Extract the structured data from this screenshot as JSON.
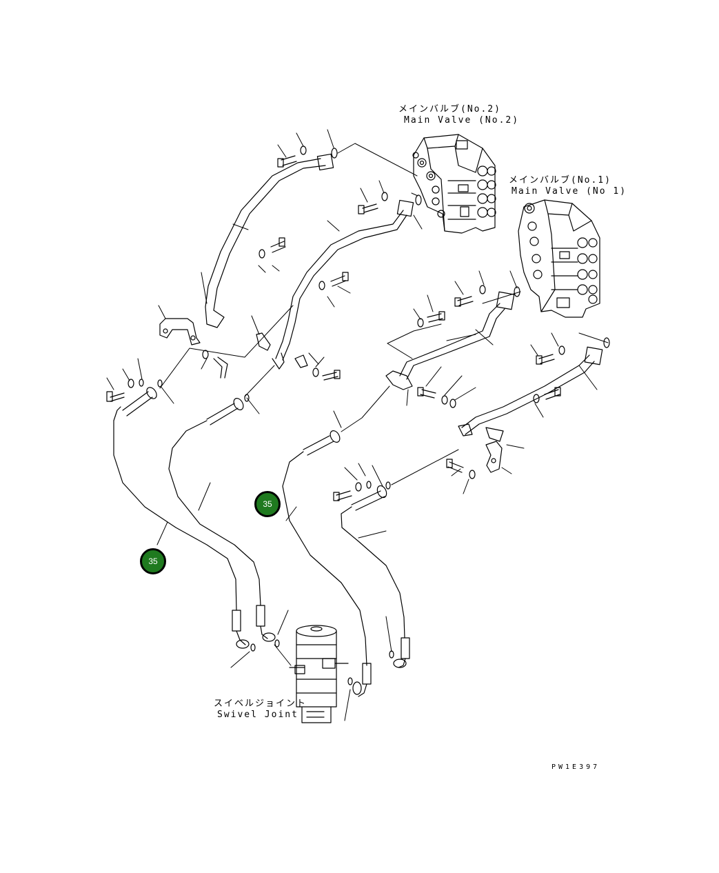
{
  "labels": {
    "main_valve_no2_jp": "メインバルブ(No.2)",
    "main_valve_no2_en": "Main Valve (No.2)",
    "main_valve_no1_jp": "メインバルブ(No.1)",
    "main_valve_no1_en": "Main Valve (No 1)",
    "swivel_joint_jp": "スイベルジョイント",
    "swivel_joint_en": "Swivel Joint",
    "drawing_code": "PW1E397"
  },
  "callouts": [
    {
      "id": "callout-a",
      "number": "35"
    },
    {
      "id": "callout-b",
      "number": "35"
    }
  ],
  "colors": {
    "callout_fill": "#1f7a1f",
    "callout_border": "#000000",
    "line": "#000000"
  }
}
